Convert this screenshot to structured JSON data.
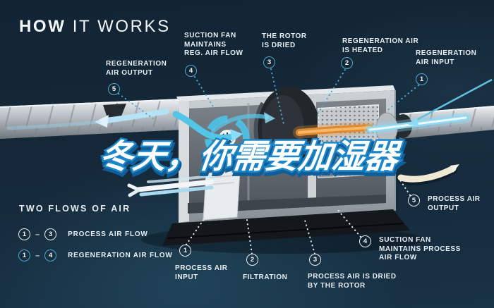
{
  "title": {
    "word1": "HOW",
    "word2": "IT WORKS"
  },
  "headline": {
    "text": "冬天，你需要加湿器"
  },
  "colors": {
    "background": "#15293a",
    "accent_blue": "#4da7cb",
    "heat_orange": "#e08a2e",
    "headline_outline": "#1d86c8",
    "label_text": "#e7eef3"
  },
  "legend": {
    "heading": "TWO FLOWS OF AIR",
    "rows": [
      {
        "from": "1",
        "dash": "–",
        "to": "3",
        "label": "PROCESS AIR FLOW",
        "style": "white"
      },
      {
        "from": "1",
        "dash": "–",
        "to": "4",
        "label": "REGENERATION AIR FLOW",
        "style": "blue"
      }
    ]
  },
  "callouts": {
    "reg_output": {
      "num": "5",
      "line1": "REGENERATION",
      "line2": "AIR OUTPUT"
    },
    "reg_fan": {
      "num": "4",
      "line1": "SUCTION FAN",
      "line2": "MAINTAINS",
      "line3": "REG. AIR FLOW"
    },
    "rotor_dried": {
      "num": "3",
      "line1": "THE ROTOR",
      "line2": "IS DRIED"
    },
    "reg_heated": {
      "num": "2",
      "line1": "REGENERATION AIR",
      "line2": "IS HEATED"
    },
    "reg_input": {
      "num": "1",
      "line1": "REGENERATION",
      "line2": "AIR INPUT"
    },
    "proc_input": {
      "num": "1",
      "line1": "PROCESS AIR",
      "line2": "INPUT"
    },
    "filtration": {
      "num": "2",
      "line1": "FILTRATION"
    },
    "proc_dried": {
      "num": "3",
      "line1": "PROCESS AIR IS DRIED",
      "line2": "BY THE ROTOR"
    },
    "proc_fan": {
      "num": "4",
      "line1": "SUCTION FAN",
      "line2": "MAINTAINS PROCESS",
      "line3": "AIR FLOW"
    },
    "proc_output": {
      "num": "5",
      "line1": "PROCESS AIR",
      "line2": "OUTPUT"
    }
  }
}
